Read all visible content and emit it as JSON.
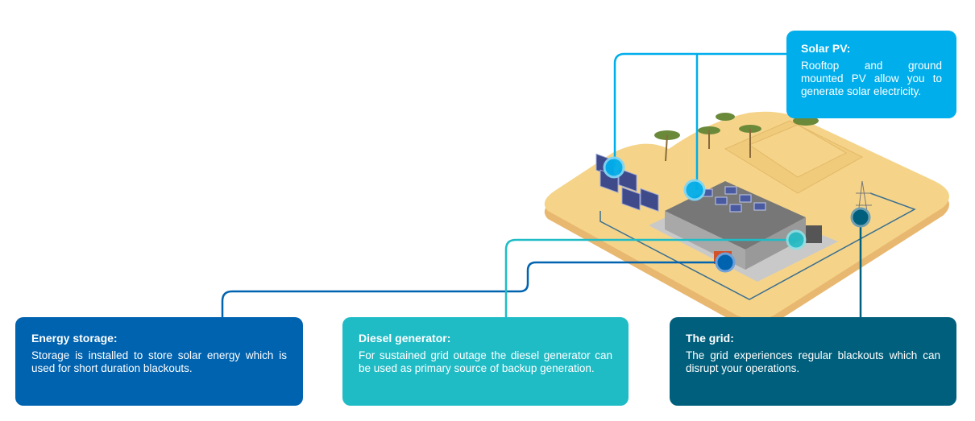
{
  "callouts": {
    "solar_pv": {
      "title": "Solar PV:",
      "text": "Rooftop and ground mounted PV allow you to generate solar electricity.",
      "color": "#00aeeb"
    },
    "energy_storage": {
      "title": "Energy storage:",
      "text": "Storage is installed to store solar energy which is used for short duration blackouts.",
      "color": "#0063b0"
    },
    "diesel_generator": {
      "title": "Diesel generator:",
      "text": "For sustained grid outage the diesel generator can be used as primary source of backup generation.",
      "color": "#20bcc6"
    },
    "the_grid": {
      "title": "The grid:",
      "text": "The grid experiences regular blackouts which can disrupt your operations.",
      "color": "#005f7c"
    }
  }
}
